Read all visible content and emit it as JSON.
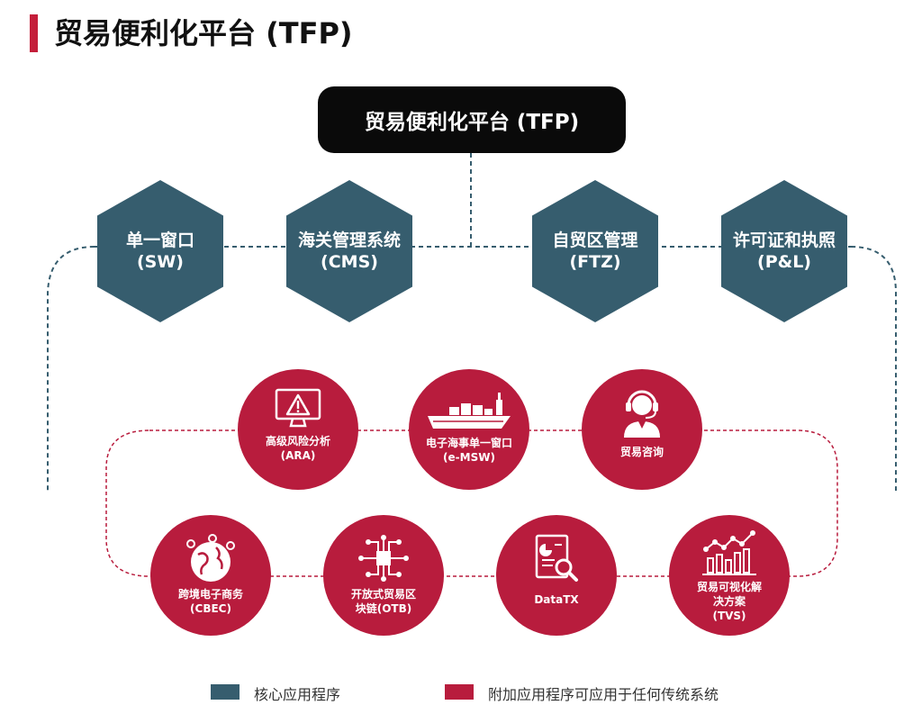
{
  "page": {
    "title": "贸易便利化平台 (TFP)"
  },
  "root": {
    "label": "贸易便利化平台 (TFP)"
  },
  "core_modules": [
    {
      "name": "单一窗口",
      "abbr": "(SW)"
    },
    {
      "name": "海关管理系统",
      "abbr": "(CMS)"
    },
    {
      "name": "自贸区管理",
      "abbr": "(FTZ)"
    },
    {
      "name": "许可证和执照",
      "abbr": "(P&L)"
    }
  ],
  "addon_modules": [
    {
      "icon": "monitor-warning-icon",
      "line1": "高级风险分析",
      "line2": "(ARA)"
    },
    {
      "icon": "cargo-ship-icon",
      "line1": "电子海事单一窗口",
      "line2": "(e-MSW)"
    },
    {
      "icon": "headset-agent-icon",
      "line1": "贸易咨询",
      "line2": ""
    },
    {
      "icon": "globe-pins-icon",
      "line1": "跨境电子商务",
      "line2": "(CBEC)"
    },
    {
      "icon": "blockchain-chip-icon",
      "line1": "开放式贸易区",
      "line2": "块链(OTB)"
    },
    {
      "icon": "document-search-icon",
      "line1": "DataTX",
      "line2": ""
    },
    {
      "icon": "bar-chart-icon",
      "line1": "贸易可视化解",
      "line2": "决方案",
      "line3": "(TVS)"
    }
  ],
  "legend": [
    {
      "label": "核心应用程序",
      "color": "#365d6e"
    },
    {
      "label": "附加应用程序可应用于任何传统系统",
      "color": "#b81c3d"
    }
  ],
  "colors": {
    "accent": "#c41e3a",
    "core": "#365d6e",
    "addon": "#b81c3d",
    "root": "#0a0a0a"
  }
}
